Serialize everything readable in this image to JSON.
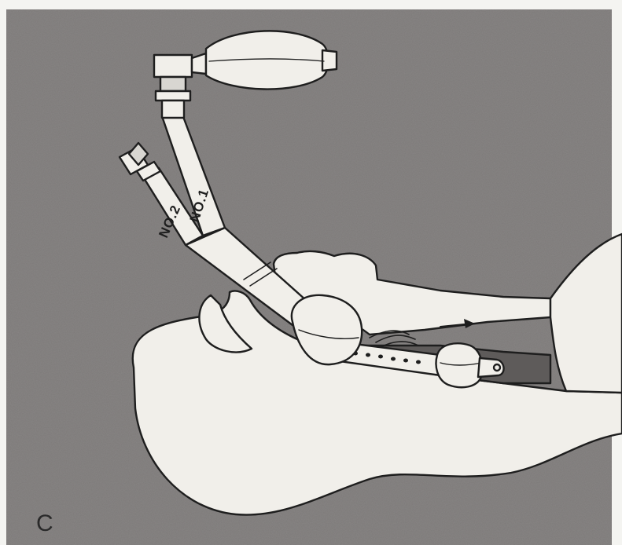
{
  "figure": {
    "panel_letter": "C",
    "tube_labels": {
      "tube_1": "NO.1",
      "tube_2": "NO.2"
    }
  },
  "colors": {
    "background": "#7d7a79",
    "fill": "#f1efea",
    "outline": "#1e1e1e",
    "frame": "#f4f4f1"
  },
  "icons": [
    "inflation-bulb",
    "tube-connector",
    "flow-arrow"
  ]
}
